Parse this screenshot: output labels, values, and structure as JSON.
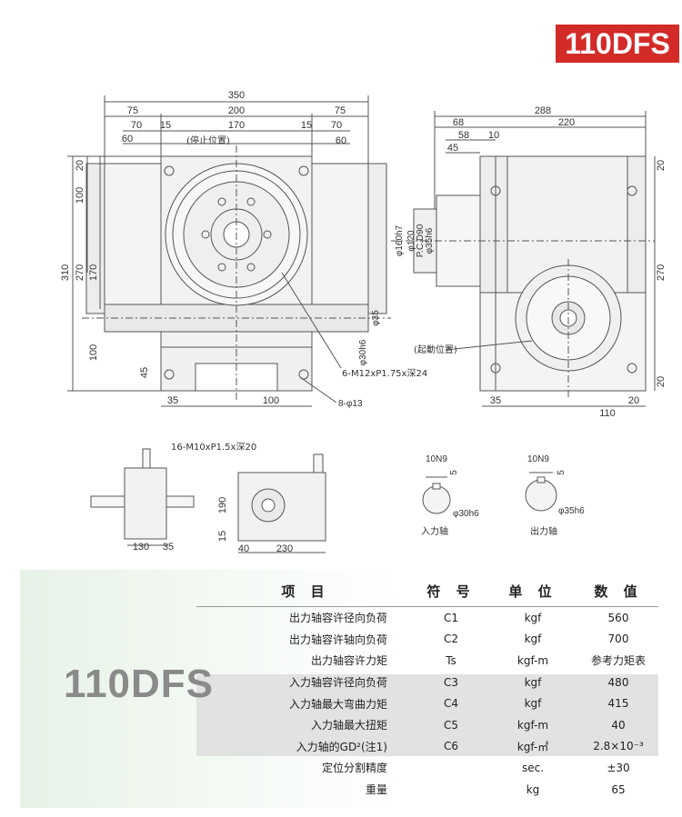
{
  "badge": {
    "label": "110DFS"
  },
  "drawing_labels": {
    "front": {
      "w350": "350",
      "w75a": "75",
      "w200": "200",
      "w75b": "75",
      "w70a": "70",
      "w15a": "15",
      "w170": "170",
      "w15b": "15",
      "w70b": "70",
      "w60a": "60",
      "stop_pos": "(停止位置)",
      "w60b": "60",
      "h20": "20",
      "h100a": "100",
      "h310": "310",
      "h270": "270",
      "h170": "170",
      "h100b": "100",
      "h45": "45",
      "phi35": "φ35",
      "phi30h6": "φ30h6",
      "tap": "6-M12xP1.75x深24",
      "holes": "8-φ13",
      "b35": "35",
      "b100": "100"
    },
    "side": {
      "w288": "288",
      "w68": "68",
      "w220": "220",
      "w58": "58",
      "w10": "10",
      "w45": "45",
      "w20a": "20",
      "w20b": "20",
      "d160": "φ160h7",
      "d120": "φ120",
      "pcd": "P.C.D90",
      "d35": "φ35h6",
      "h270": "270",
      "start_pos": "(起動位置)",
      "b35": "35",
      "b20": "20",
      "b110": "110"
    },
    "small": {
      "tap": "16-M10xP1.5x深20",
      "h190": "190",
      "h15": "15",
      "w130": "130",
      "w35": "35",
      "w40": "40",
      "w230": "230"
    },
    "shafts": {
      "in_key": "10N9",
      "in_depth": "5",
      "in_dia": "φ30h6",
      "in_label": "入力轴",
      "out_key": "10N9",
      "out_depth": "5",
      "out_dia": "φ35h6",
      "out_label": "出力轴"
    }
  },
  "spec_table": {
    "model": "110DFS",
    "headers": [
      "项 目",
      "符 号",
      "单 位",
      "数 值"
    ],
    "rows": [
      [
        "出力轴容许径向负荷",
        "C1",
        "kgf",
        "560"
      ],
      [
        "出力轴容许轴向负荷",
        "C2",
        "kgf",
        "700"
      ],
      [
        "出力轴容许力矩",
        "Ts",
        "kgf-m",
        "参考力矩表"
      ],
      [
        "入力轴容许径向负荷",
        "C3",
        "kgf",
        "480"
      ],
      [
        "入力轴最大弯曲力矩",
        "C4",
        "kgf",
        "415"
      ],
      [
        "入力轴最大扭矩",
        "C5",
        "kgf-m",
        "40"
      ],
      [
        "入力轴的GD²(注1)",
        "C6",
        "kgf-㎡",
        "2.8×10⁻³"
      ],
      [
        "定位分割精度",
        "",
        "sec.",
        "±30"
      ],
      [
        "重量",
        "",
        "kg",
        "65"
      ]
    ]
  }
}
